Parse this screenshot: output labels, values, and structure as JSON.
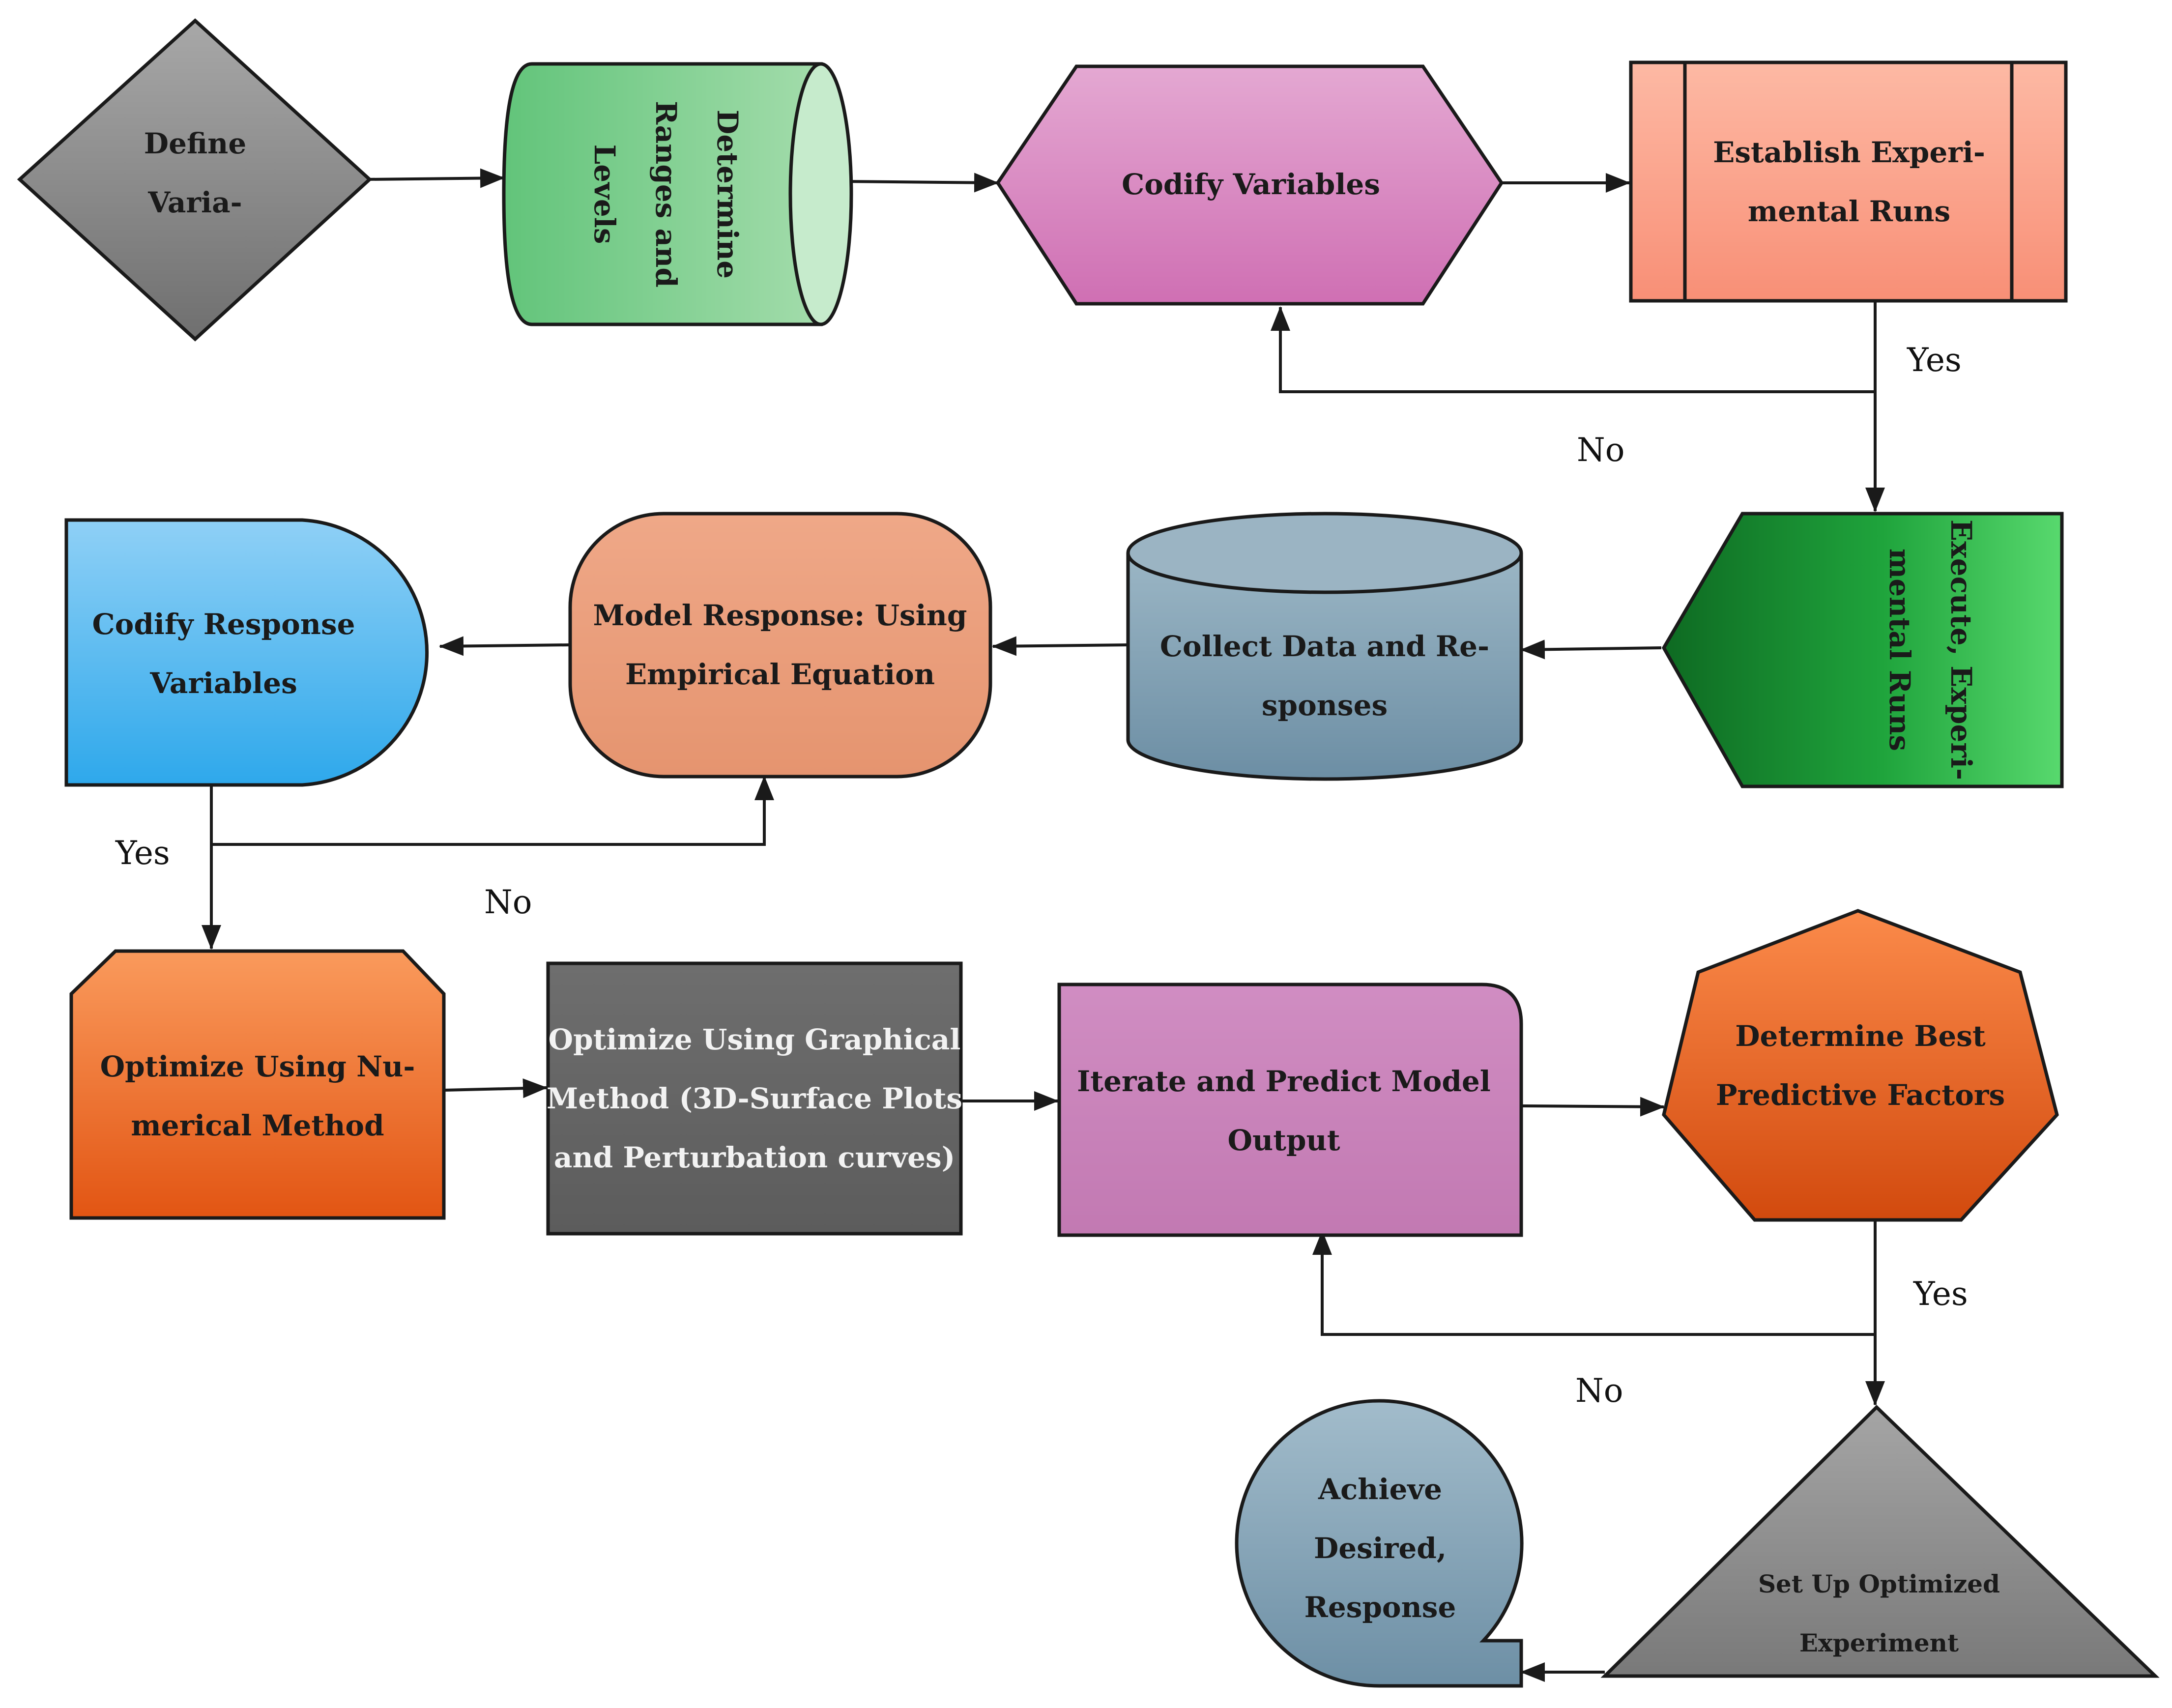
{
  "nodes": {
    "define_variables": [
      "Define",
      "Varia-"
    ],
    "determine_ranges": [
      "Determine",
      "Ranges and",
      "Levels"
    ],
    "codify_variables": [
      "Codify Variables"
    ],
    "establish_runs": [
      "Establish Experi-",
      "mental Runs"
    ],
    "execute_runs": [
      "Execute, Experi-",
      "mental Runs"
    ],
    "collect_data": [
      "Collect Data and Re-",
      "sponses"
    ],
    "model_response": [
      "Model Response: Using",
      "Empirical Equation"
    ],
    "codify_response": [
      "Codify Response",
      "Variables"
    ],
    "optimize_numerical": [
      "Optimize Using Nu-",
      "merical Method"
    ],
    "optimize_graphical": [
      "Optimize Using Graphical",
      "Method (3D-Surface Plots",
      "and Perturbation curves)"
    ],
    "iterate_predict": [
      "Iterate and Predict Model",
      "Output"
    ],
    "determine_best": [
      "Determine Best",
      "Predictive Factors"
    ],
    "setup_experiment": [
      "Set Up Optimized",
      "Experiment"
    ],
    "achieve_response": [
      "Achieve",
      "Desired,",
      "Response"
    ]
  },
  "edge_labels": {
    "yes_1": "Yes",
    "no_1": "No",
    "yes_2": "Yes",
    "no_2": "No",
    "yes_3": "Yes",
    "no_3": "No"
  },
  "colors": {
    "gray_diamond": "#8a8a8a",
    "green_cylinder": "#7fcf8f",
    "pink_hexagon": "#d98bc6",
    "salmon_process": "#fba58f",
    "green_display": "#2aa84a",
    "steel_drum": "#7f9fb3",
    "terra_terminal": "#e9a07f",
    "blue_delay": "#4fb8ee",
    "orange_card": "#f5702a",
    "dark_gray_box": "#6a6a6a",
    "violet_rect": "#c57fb6",
    "orange_heptagon": "#f0601a",
    "gray_triangle": "#8b8b8b",
    "slate_bubble": "#7f9fb3"
  }
}
